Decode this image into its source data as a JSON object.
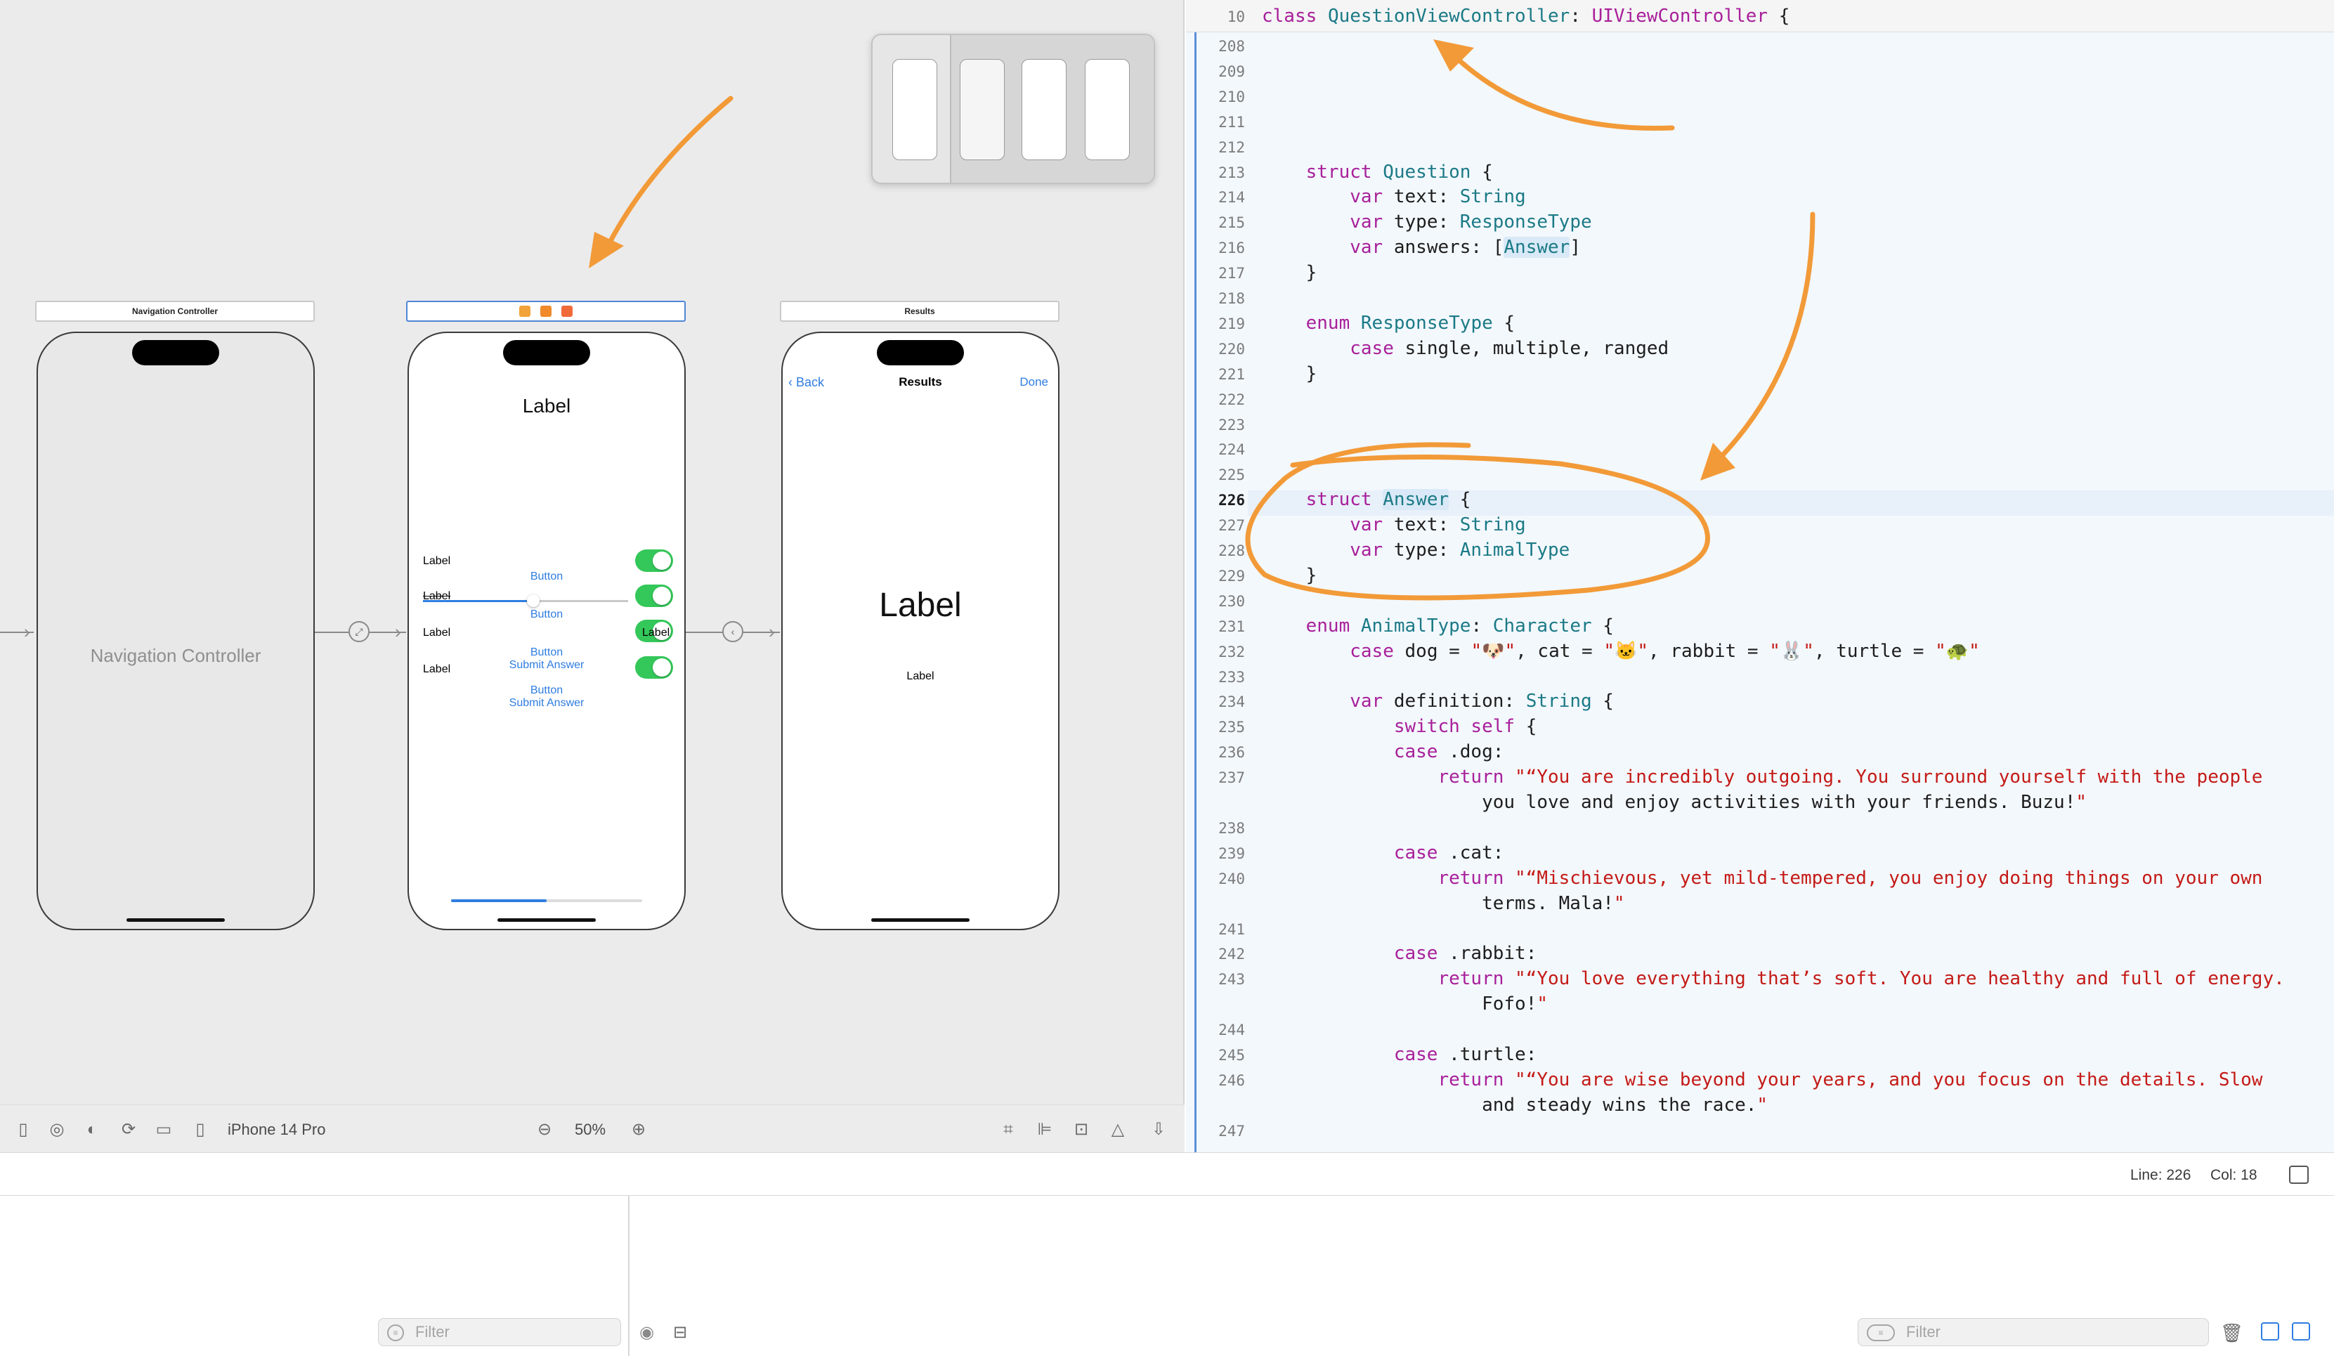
{
  "storyboard": {
    "scenes": [
      {
        "bar_label": "Navigation Controller",
        "body_label": "Navigation Controller"
      },
      {
        "title_label": "Label",
        "rows": [
          {
            "label": "Label",
            "button": "Button"
          },
          {
            "label": "Label",
            "button": "Button"
          },
          {
            "label": "Label",
            "toggle_label": "Label",
            "button": "Button",
            "submit": "Submit Answer"
          },
          {
            "label": "Label",
            "button": "Button",
            "submit": "Submit Answer"
          }
        ],
        "progress": 0.5
      },
      {
        "bar_label": "Results",
        "back": "Back",
        "nav_title": "Results",
        "done": "Done",
        "big_label": "Label",
        "small_label": "Label"
      }
    ],
    "toolbar": {
      "device": "iPhone 14 Pro",
      "zoom": "50%"
    }
  },
  "editor": {
    "header_line_number": "10",
    "header": {
      "kw": "class",
      "name": "QuestionViewController",
      "sep": ": ",
      "super": "UIViewController",
      "brace": " {"
    },
    "lines": [
      {
        "n": "208"
      },
      {
        "n": "209"
      },
      {
        "n": "210"
      },
      {
        "n": "211"
      },
      {
        "n": "212"
      },
      {
        "n": "213",
        "code": "    struct Question {"
      },
      {
        "n": "214",
        "code": "        var text: String"
      },
      {
        "n": "215",
        "code": "        var type: ResponseType"
      },
      {
        "n": "216",
        "code": "        var answers: [Answer]"
      },
      {
        "n": "217",
        "code": "    }"
      },
      {
        "n": "218"
      },
      {
        "n": "219",
        "code": "    enum ResponseType {"
      },
      {
        "n": "220",
        "code": "        case single, multiple, ranged"
      },
      {
        "n": "221",
        "code": "    }"
      },
      {
        "n": "222"
      },
      {
        "n": "223"
      },
      {
        "n": "224"
      },
      {
        "n": "225"
      },
      {
        "n": "226",
        "code": "    struct Answer {"
      },
      {
        "n": "227",
        "code": "        var text: String"
      },
      {
        "n": "228",
        "code": "        var type: AnimalType"
      },
      {
        "n": "229",
        "code": "    }"
      },
      {
        "n": "230"
      },
      {
        "n": "231",
        "code": "    enum AnimalType: Character {"
      },
      {
        "n": "232",
        "code": "        case dog = \"🐶\", cat = \"🐱\", rabbit = \"🐰\", turtle = \"🐢\""
      },
      {
        "n": "233"
      },
      {
        "n": "234",
        "code": "        var definition: String {"
      },
      {
        "n": "235",
        "code": "            switch self {"
      },
      {
        "n": "236",
        "code": "            case .dog:"
      },
      {
        "n": "237",
        "code": "                return \"“You are incredibly outgoing. You surround yourself with the people"
      },
      {
        "n": "",
        "code": "                    you love and enjoy activities with your friends. Buzu!\""
      },
      {
        "n": "238"
      },
      {
        "n": "239",
        "code": "            case .cat:"
      },
      {
        "n": "240",
        "code": "                return \"“Mischievous, yet mild-tempered, you enjoy doing things on your own"
      },
      {
        "n": "",
        "code": "                    terms. Mala!\""
      },
      {
        "n": "241"
      },
      {
        "n": "242",
        "code": "            case .rabbit:"
      },
      {
        "n": "243",
        "code": "                return \"“You love everything that’s soft. You are healthy and full of energy."
      },
      {
        "n": "",
        "code": "                    Fofo!\""
      },
      {
        "n": "244"
      },
      {
        "n": "245",
        "code": "            case .turtle:"
      },
      {
        "n": "246",
        "code": "                return \"“You are wise beyond your years, and you focus on the details. Slow"
      },
      {
        "n": "",
        "code": "                    and steady wins the race.\""
      },
      {
        "n": "247"
      }
    ]
  },
  "status": {
    "line": "Line: 226",
    "col": "Col: 18"
  },
  "debug": {
    "filter_left": "Filter",
    "filter_right": "Filter"
  },
  "colors": {
    "accent": "#2f7de1",
    "annotation": "#f29a38",
    "toggle_on": "#34c759"
  }
}
